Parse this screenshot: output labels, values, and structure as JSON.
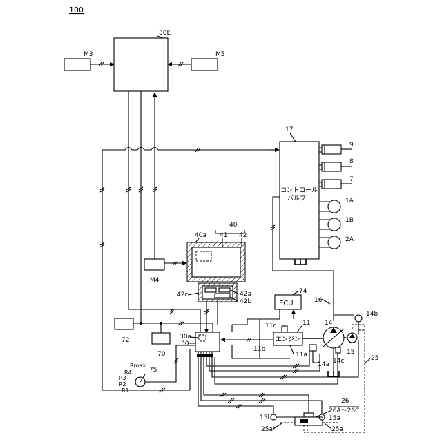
{
  "figure_number": "100",
  "labels": {
    "controller": "30E",
    "m3": "M3",
    "m5": "M5",
    "m4": "M4",
    "control_valve_ref": "17",
    "control_valve_text": "コントロール\nバルブ",
    "act_9": "9",
    "act_8": "8",
    "act_7": "7",
    "motor_1a": "1A",
    "motor_1b": "1B",
    "motor_2a": "2A",
    "display_ref": "40",
    "display_40a": "40a",
    "display_41": "41",
    "display_42": "42",
    "display_42a": "42a",
    "display_42b": "42b",
    "display_42c": "42c",
    "ecu_ref": "74",
    "ecu_text": "ECU",
    "line_16": "16",
    "engine_text": "エンジン",
    "engine_11": "11",
    "engine_11a": "11a",
    "engine_11b": "11b",
    "engine_11c": "11c",
    "pump_14": "14",
    "pump_14a": "14a",
    "pump_14b": "14b",
    "pump_14c": "14c",
    "pilot_15": "15",
    "line_25": "25",
    "sensor_72": "72",
    "sensor_70": "70",
    "controller_30": "30",
    "controller_30a": "30a",
    "dial_75": "75",
    "dial_rmax": "Rmax",
    "dial_r4": "R4",
    "dial_r3": "R3",
    "dial_r2": "R2",
    "dial_r1": "R1",
    "lever_26": "26",
    "lever_26ac": "26A～26C",
    "port_15a": "15a",
    "port_15b": "15b",
    "port_25a": "25a",
    "port_25a_prime": "25a'"
  }
}
